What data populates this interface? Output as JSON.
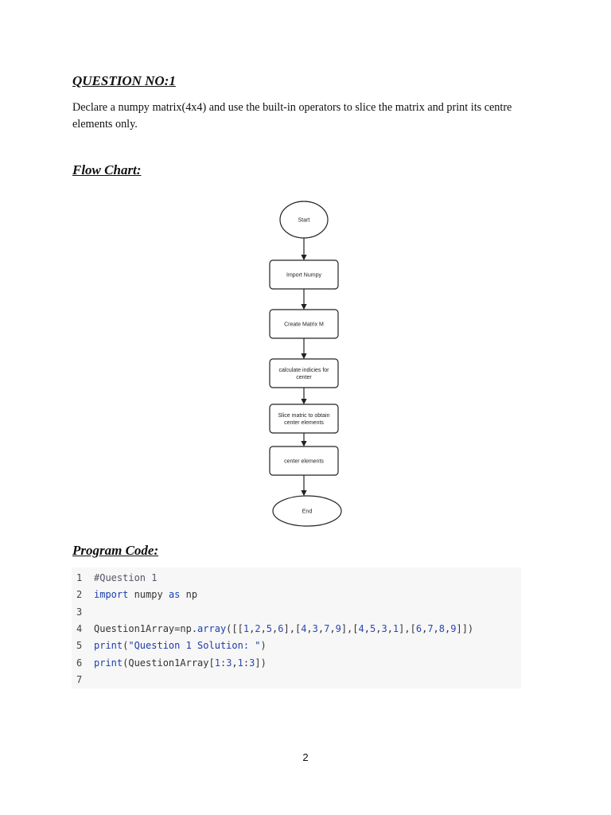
{
  "question": {
    "title": "QUESTION NO:1",
    "text": "Declare a numpy matrix(4x4) and use the built-in operators to slice the matrix and print its centre elements only."
  },
  "flowchart": {
    "heading": "Flow Chart:",
    "nodes": [
      {
        "id": "start",
        "shape": "ellipse",
        "lines": [
          "Start"
        ]
      },
      {
        "id": "import",
        "shape": "box",
        "lines": [
          "Import Numpy"
        ]
      },
      {
        "id": "create",
        "shape": "box",
        "lines": [
          "Create Matrix  M"
        ]
      },
      {
        "id": "calc",
        "shape": "box",
        "lines": [
          "calculate indicies for",
          "center"
        ]
      },
      {
        "id": "slice",
        "shape": "box",
        "lines": [
          "Slice matric to obtain",
          "center elements"
        ]
      },
      {
        "id": "center",
        "shape": "box",
        "lines": [
          "center elements"
        ]
      },
      {
        "id": "end",
        "shape": "ellipse",
        "lines": [
          "End"
        ]
      }
    ]
  },
  "code": {
    "heading": "Program Code:",
    "lines": [
      {
        "num": "1",
        "tokens": [
          {
            "t": "#Question 1",
            "c": "cm"
          }
        ]
      },
      {
        "num": "2",
        "tokens": [
          {
            "t": "import",
            "c": "kw"
          },
          {
            "t": " numpy ",
            "c": ""
          },
          {
            "t": "as",
            "c": "kw"
          },
          {
            "t": " np",
            "c": ""
          }
        ]
      },
      {
        "num": "3",
        "tokens": []
      },
      {
        "num": "4",
        "tokens": [
          {
            "t": "Question1Array=np.",
            "c": ""
          },
          {
            "t": "array",
            "c": "kw"
          },
          {
            "t": "([[",
            "c": ""
          },
          {
            "t": "1",
            "c": "num"
          },
          {
            "t": ",",
            "c": ""
          },
          {
            "t": "2",
            "c": "num"
          },
          {
            "t": ",",
            "c": ""
          },
          {
            "t": "5",
            "c": "num"
          },
          {
            "t": ",",
            "c": ""
          },
          {
            "t": "6",
            "c": "num"
          },
          {
            "t": "],[",
            "c": ""
          },
          {
            "t": "4",
            "c": "num"
          },
          {
            "t": ",",
            "c": ""
          },
          {
            "t": "3",
            "c": "num"
          },
          {
            "t": ",",
            "c": ""
          },
          {
            "t": "7",
            "c": "num"
          },
          {
            "t": ",",
            "c": ""
          },
          {
            "t": "9",
            "c": "num"
          },
          {
            "t": "],[",
            "c": ""
          },
          {
            "t": "4",
            "c": "num"
          },
          {
            "t": ",",
            "c": ""
          },
          {
            "t": "5",
            "c": "num"
          },
          {
            "t": ",",
            "c": ""
          },
          {
            "t": "3",
            "c": "num"
          },
          {
            "t": ",",
            "c": ""
          },
          {
            "t": "1",
            "c": "num"
          },
          {
            "t": "],[",
            "c": ""
          },
          {
            "t": "6",
            "c": "num"
          },
          {
            "t": ",",
            "c": ""
          },
          {
            "t": "7",
            "c": "num"
          },
          {
            "t": ",",
            "c": ""
          },
          {
            "t": "8",
            "c": "num"
          },
          {
            "t": ",",
            "c": ""
          },
          {
            "t": "9",
            "c": "num"
          },
          {
            "t": "]])",
            "c": ""
          }
        ]
      },
      {
        "num": "5",
        "tokens": [
          {
            "t": "print",
            "c": "kw"
          },
          {
            "t": "(",
            "c": ""
          },
          {
            "t": "\"Question 1 Solution: \"",
            "c": "str"
          },
          {
            "t": ")",
            "c": ""
          }
        ]
      },
      {
        "num": "6",
        "tokens": [
          {
            "t": "print",
            "c": "kw"
          },
          {
            "t": "(Question1Array[",
            "c": ""
          },
          {
            "t": "1",
            "c": "num"
          },
          {
            "t": ":",
            "c": ""
          },
          {
            "t": "3",
            "c": "num"
          },
          {
            "t": ",",
            "c": ""
          },
          {
            "t": "1",
            "c": "num"
          },
          {
            "t": ":",
            "c": ""
          },
          {
            "t": "3",
            "c": "num"
          },
          {
            "t": "])",
            "c": ""
          }
        ]
      },
      {
        "num": "7",
        "tokens": []
      }
    ]
  },
  "page_number": "2"
}
